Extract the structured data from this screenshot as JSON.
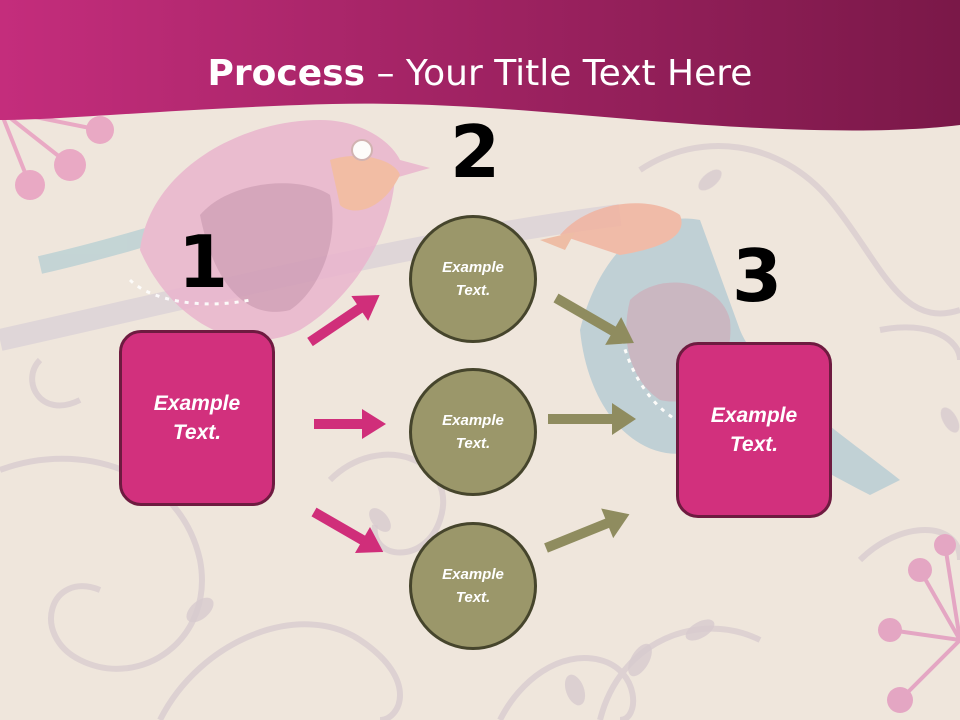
{
  "title": {
    "bold": "Process",
    "rest": " – Your Title Text Here"
  },
  "steps": {
    "one": "1",
    "two": "2",
    "three": "3"
  },
  "boxes": {
    "left": "Example\nText.",
    "right": "Example\nText."
  },
  "circles": {
    "top": "Example\nText.",
    "middle": "Example\nText.",
    "bottom": "Example\nText."
  },
  "colors": {
    "header": "#b5286f",
    "box": "#d2307d",
    "circle": "#9b976a",
    "arrow_pink": "#d02e7a",
    "arrow_olive": "#8f8c5f",
    "background": "#efe6dc"
  }
}
